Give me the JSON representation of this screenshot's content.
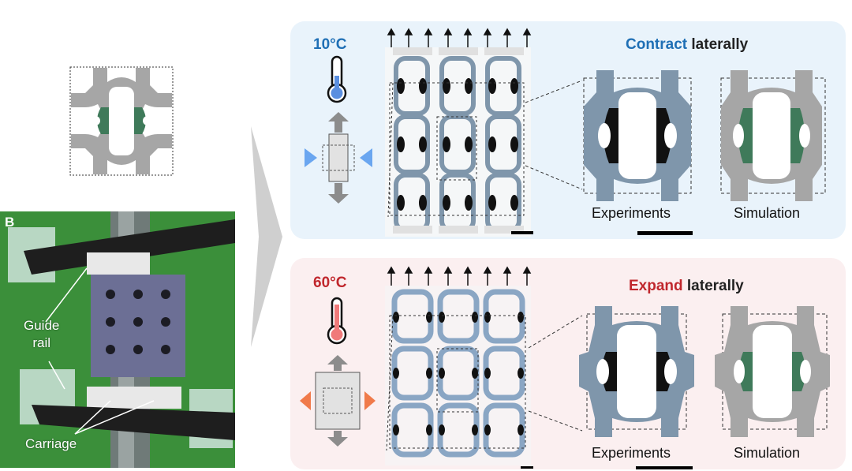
{
  "panel_b": {
    "label": "B",
    "callouts": {
      "guide_rail_line1": "Guide",
      "guide_rail_line2": "rail",
      "carriage": "Carriage"
    }
  },
  "cold": {
    "temperature": "10°C",
    "heading_emphasis": "Contract",
    "heading_rest": " laterally",
    "caption_experiments": "Experiments",
    "caption_simulation": "Simulation",
    "accent": "#1f6fb5",
    "thermo_fill": "#5b8fe0"
  },
  "hot": {
    "temperature": "60°C",
    "heading_emphasis": "Expand",
    "heading_rest": " laterally",
    "caption_experiments": "Experiments",
    "caption_simulation": "Simulation",
    "accent": "#c0272d",
    "thermo_fill": "#f07a7a"
  },
  "colors": {
    "cell_gray": "#a6a6a6",
    "cell_green": "#3f7a5a",
    "photo_bg": "#3b8f3a",
    "arrow_blue": "#6aa6f0",
    "arrow_orange": "#f07a4a"
  }
}
